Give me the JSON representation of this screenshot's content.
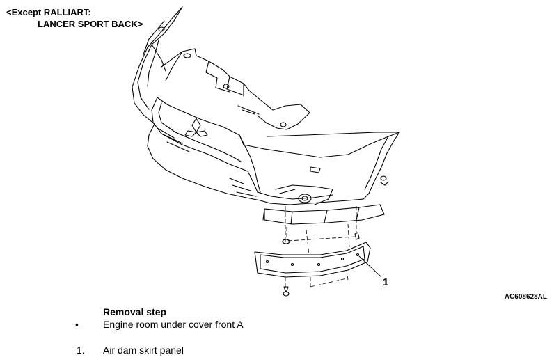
{
  "header": {
    "line1": "<Except RALLIART:",
    "line2": "LANCER SPORT BACK>"
  },
  "figure": {
    "code": "AC608628AL",
    "callout_number": "1"
  },
  "procedure": {
    "title": "Removal step",
    "steps": [
      {
        "marker": "•",
        "text": "Engine room under cover front A"
      },
      {
        "marker": "1.",
        "text": "Air dam skirt panel"
      }
    ]
  }
}
